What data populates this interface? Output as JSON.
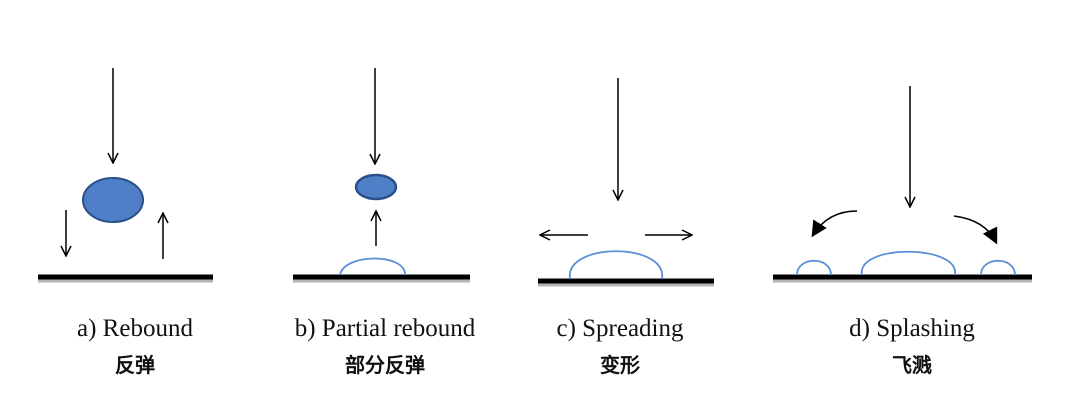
{
  "panels": [
    {
      "id": "a",
      "label": "a) Rebound",
      "label_zh": "反弹"
    },
    {
      "id": "b",
      "label": "b) Partial rebound",
      "label_zh": "部分反弹"
    },
    {
      "id": "c",
      "label": "c) Spreading",
      "label_zh": "变形"
    },
    {
      "id": "d",
      "label": "d) Splashing",
      "label_zh": "飞溅"
    }
  ],
  "colors": {
    "droplet_fill": "#4f7fc6",
    "droplet_stroke": "#2b4f8c",
    "film_stroke": "#5b8fd6",
    "surface": "#000000",
    "surface_shadow": "#b5b5b5",
    "arrow": "#000000"
  }
}
